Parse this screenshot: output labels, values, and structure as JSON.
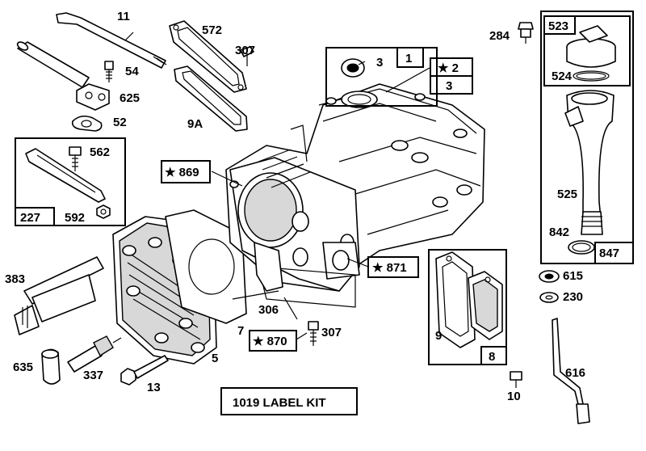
{
  "parts": [
    {
      "id": "p11",
      "text": "11"
    },
    {
      "id": "p54",
      "text": "54"
    },
    {
      "id": "p625",
      "text": "625"
    },
    {
      "id": "p52",
      "text": "52"
    },
    {
      "id": "p572",
      "text": "572"
    },
    {
      "id": "p307a",
      "text": "307"
    },
    {
      "id": "p9A",
      "text": "9A"
    },
    {
      "id": "p3a",
      "text": "3"
    },
    {
      "id": "p1",
      "text": "1"
    },
    {
      "id": "p2",
      "text": "★ 2"
    },
    {
      "id": "p3b",
      "text": "3"
    },
    {
      "id": "p284",
      "text": "284"
    },
    {
      "id": "p523",
      "text": "523"
    },
    {
      "id": "p524",
      "text": "524"
    },
    {
      "id": "p562",
      "text": "562"
    },
    {
      "id": "p227",
      "text": "227"
    },
    {
      "id": "p592",
      "text": "592"
    },
    {
      "id": "p869",
      "text": "★ 869"
    },
    {
      "id": "p525",
      "text": "525"
    },
    {
      "id": "p842",
      "text": "842"
    },
    {
      "id": "p847",
      "text": "847"
    },
    {
      "id": "p871",
      "text": "★ 871"
    },
    {
      "id": "p615",
      "text": "615"
    },
    {
      "id": "p230",
      "text": "230"
    },
    {
      "id": "p383",
      "text": "383"
    },
    {
      "id": "p306",
      "text": "306"
    },
    {
      "id": "p7",
      "text": "7"
    },
    {
      "id": "p870",
      "text": "★ 870"
    },
    {
      "id": "p307b",
      "text": "307"
    },
    {
      "id": "p9",
      "text": "9"
    },
    {
      "id": "p8",
      "text": "8"
    },
    {
      "id": "p5",
      "text": "5"
    },
    {
      "id": "p635",
      "text": "635"
    },
    {
      "id": "p337",
      "text": "337"
    },
    {
      "id": "p13",
      "text": "13"
    },
    {
      "id": "p10",
      "text": "10"
    },
    {
      "id": "p616",
      "text": "616"
    }
  ],
  "label_kit": "1019 LABEL KIT"
}
